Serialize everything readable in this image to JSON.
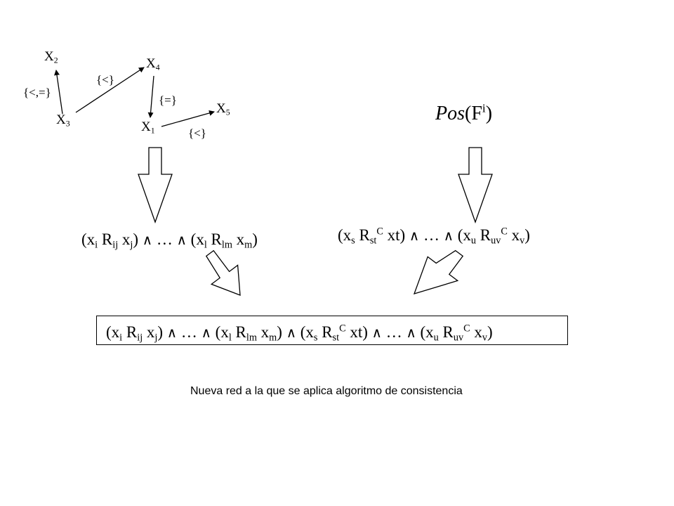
{
  "graph": {
    "nodes": [
      {
        "id": "x2",
        "letter": "X",
        "index": "2"
      },
      {
        "id": "x4",
        "letter": "X",
        "index": "4"
      },
      {
        "id": "x3",
        "letter": "X",
        "index": "3"
      },
      {
        "id": "x1",
        "letter": "X",
        "index": "1"
      },
      {
        "id": "x5",
        "letter": "X",
        "index": "5"
      }
    ],
    "edges": [
      {
        "from": "x3",
        "to": "x2",
        "label": "{<,=}"
      },
      {
        "from": "x3",
        "to": "x4",
        "label": "{<}"
      },
      {
        "from": "x4",
        "to": "x1",
        "label": "{=}"
      },
      {
        "from": "x1",
        "to": "x5",
        "label": "{<}"
      }
    ]
  },
  "pos": {
    "fn": "Pos",
    "open": "(",
    "base": "F",
    "sup": "i",
    "close": ")"
  },
  "formulas": {
    "v": "x",
    "R": "R",
    "C": "C",
    "and": "∧",
    "dots": "…",
    "i": "i",
    "ij": "ij",
    "j": "j",
    "l": "l",
    "lm": "lm",
    "m": "m",
    "s": "s",
    "st": "st",
    "t": "xt",
    "u": "u",
    "uv": "uv",
    "vv": "v"
  },
  "caption": "Nueva red a la que se aplica algoritmo de consistencia"
}
